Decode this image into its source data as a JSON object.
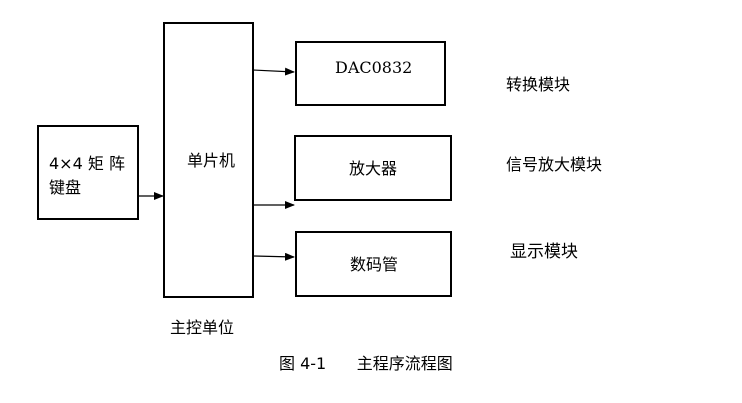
{
  "blocks": {
    "keypad": "4×4 矩 阵\n键盘",
    "mcu": "单片机",
    "dac": "DAC0832",
    "amplifier": "放大器",
    "led_tube": "数码管"
  },
  "side_labels": {
    "conversion": "转换模块",
    "signal_amp": "信号放大模块",
    "display": "显示模块"
  },
  "mcu_caption": "主控单位",
  "figure_caption": "图 4-1      主程序流程图"
}
